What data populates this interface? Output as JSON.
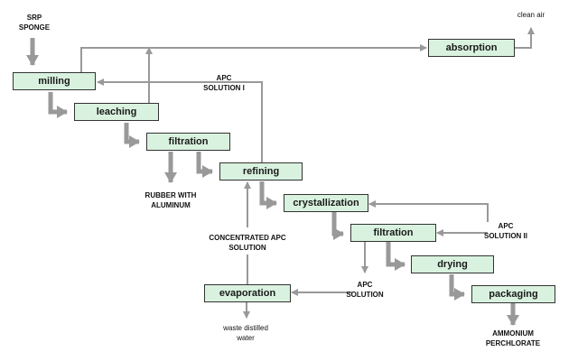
{
  "boxes": {
    "milling": "milling",
    "leaching": "leaching",
    "filtration1": "filtration",
    "refining": "refining",
    "crystallization": "crystallization",
    "filtration2": "filtration",
    "drying": "drying",
    "packaging": "packaging",
    "evaporation": "evaporation",
    "absorption": "absorption"
  },
  "labels": {
    "srp_sponge_line1": "SRP",
    "srp_sponge_line2": "SPONGE",
    "clean_air": "clean air",
    "apc_solution_1_line1": "APC",
    "apc_solution_1_line2": "SOLUTION I",
    "rubber_line1": "RUBBER WITH",
    "rubber_line2": "ALUMINUM",
    "concentrated_line1": "CONCENTRATED APC",
    "concentrated_line2": "SOLUTION",
    "apc_solution_2_line1": "APC",
    "apc_solution_2_line2": "SOLUTION II",
    "apc_solution_line1": "APC",
    "apc_solution_line2": "SOLUTION",
    "waste_line1": "waste distilled",
    "waste_line2": "water",
    "ammonium_line1": "AMMONIUM",
    "ammonium_line2": "PERCHLORATE"
  },
  "colors": {
    "box_fill": "#d9f2df",
    "box_border": "#333333",
    "arrow": "#999999"
  }
}
